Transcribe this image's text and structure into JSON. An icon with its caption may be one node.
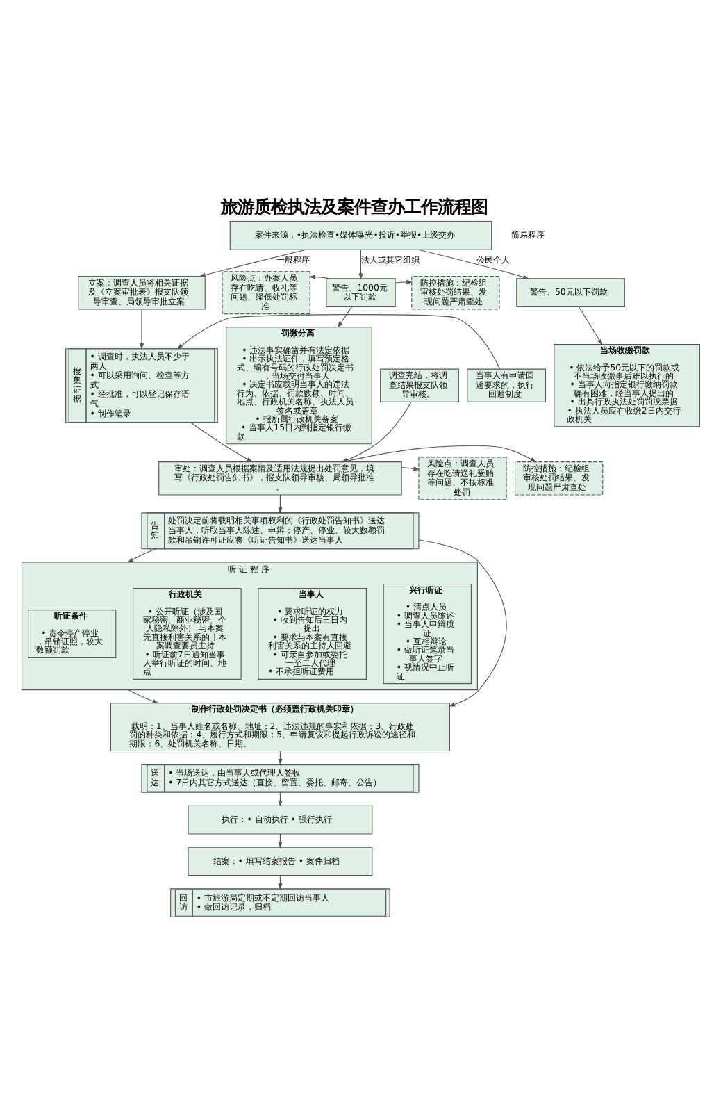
{
  "diagram": {
    "title": "旅游质检执法及案件查办工作流程图",
    "nodes": [
      {
        "text": [
          "案件来源：•执法检查•媒体曝光•投诉•举报•上级交办"
        ]
      },
      {
        "text": [
          "立案：调查人员将相关证据及《立案审批表》报支队领导审查、局领导审批立案"
        ]
      },
      {
        "text": [
          "风险点：办案人员存在吃请、收礼等问题、降低处罚标准"
        ]
      },
      {
        "text": [
          "警告、1000元以下罚款"
        ]
      },
      {
        "text": [
          "防控措施：纪检组审核处罚结果、发现问题严肃查处"
        ]
      },
      {
        "text": [
          "警告、50元以下罚款"
        ]
      },
      {
        "text": [
          "当事人有申请回避要求的，执行回避制度"
        ]
      },
      {
        "text": [
          "搜集证据",
          "• 调查时，执法人员不少于两人 • 可以采用询问、检查等方式 • 经批准，可以登记保存语气 • 制作笔录"
        ]
      },
      {
        "text": [
          "罚缴分离",
          "• 违法事实确凿并有法定依据 • 出示执法证件，填写预定格式、编有号码的行政处罚决定书，当场交付当事人 • 决定书应载明当事人的违法行为、依据、罚款数额、时间、地点、行政机关名称、执法人员签名或盖章 • 报所属行政机关备案 • 当事人15日内到指定银行缴款"
        ]
      },
      {
        "text": [
          "当场收缴罚款",
          "• 依法给予50元以下的罚款或不当场收缴事后难以执行的 • 当事人向指定银行缴纳罚款确有困难，经当事人提出的 • 出具行政执法处罚罚没票据 • 执法人员应在收缴2日内交行政机关"
        ]
      },
      {
        "text": [
          "调查完结，将调查结果报支队领导审核。"
        ]
      },
      {
        "text": [
          "风险点：调查人员存在吃请送礼受贿等问题、不按标准处罚"
        ]
      },
      {
        "text": [
          "审处：调查人员根据案情及适用法规提出处罚意见，填写《行政处罚告知书》，报支队领导审核、局领导批准。"
        ]
      },
      {
        "text": [
          "防控措施：纪检组审核处罚结果、发现问题严肃查处"
        ]
      },
      {
        "text": [
          "告知",
          "处罚决定前将载明相关事项权利的《行政处罚告知书》送达当事人，听取当事人陈述、申辩；停产、停业、较大数额罚款和吊销许可证应将《听证告知书》送达当事人"
        ]
      },
      {
        "text": [
          "听 证 程 序"
        ]
      },
      {
        "text": [
          "听证条件",
          "• 责令停产停业，吊销证照，较大数额罚款"
        ],
        "in": 15
      },
      {
        "text": [
          "行政机关",
          "• 公开听证（涉及国家秘密、商业秘密、个人隐私除外） 与本案无直接利害关系的非本案调查要员主持 • 听证前7日通知当事人举行听证的时间、地点"
        ],
        "in": 15
      },
      {
        "text": [
          "当事人",
          "• 要求听证的权力 • 收到告知后三日内提出 • 要求与本案有直接利害关系的主持人回避 • 可亲自参加或委托一至二人代理 • 不承担听证费用"
        ],
        "in": 15
      },
      {
        "text": [
          "兴行听证",
          "• 清点人员 • 调查人员陈述 • 当事人申辩质证 • 互相辩论 • 做听证笔录当事人签字 • 视情况中止听证"
        ],
        "in": 15
      },
      {
        "text": [
          "制作行政处罚决定书（必须盖行政机关印章）",
          "载明：1、当事人姓名或名称、地址；2、违法违规的事实和依据；3、行政处罚的种类和依据；4、履行方式和期限；5、申请复议和提起行政诉讼的途径和期限；6、处罚机关名称、日期。"
        ]
      },
      {
        "text": [
          "送达",
          "• 当场送达，由当事人或代理人签收 • 7日内其它方式送达（直接、留置、委托、邮寄、公告）"
        ]
      },
      {
        "text": [
          "执行：• 自动执行 • 强行执行"
        ]
      },
      {
        "text": [
          "结案：• 填写结案报告 • 案件归档"
        ]
      },
      {
        "text": [
          "回访",
          "• 市旅游局定期或不定期回访当事人 • 做回访记录，归档"
        ]
      }
    ],
    "edges": [
      {
        "from": 0,
        "to": 1,
        "arrow": "to",
        "label": "一般程序"
      },
      {
        "from": 0,
        "to": 3,
        "arrow": "to",
        "label": "法人或其它组织"
      },
      {
        "from": 0,
        "to": 5,
        "arrow": "to",
        "label": "公民个人"
      },
      {
        "from": 3,
        "to": 2,
        "arrow": "to"
      },
      {
        "from": 3,
        "to": 4,
        "arrow": "to"
      },
      {
        "from": 1,
        "to": 7,
        "arrow": "to"
      },
      {
        "from": 6,
        "to": 7,
        "arrow": "to"
      },
      {
        "from": 3,
        "to": 8,
        "arrow": "to"
      },
      {
        "from": 5,
        "to": 9,
        "arrow": "to"
      },
      {
        "from": 7,
        "to": 12,
        "arrow": "to"
      },
      {
        "from": 10,
        "to": 12,
        "arrow": "to"
      },
      {
        "from": 12,
        "to": 11,
        "arrow": "to"
      },
      {
        "from": 12,
        "to": 13,
        "arrow": "to"
      },
      {
        "from": 12,
        "to": 14,
        "arrow": "to"
      },
      {
        "from": 14,
        "to": 15,
        "arrow": "to"
      },
      {
        "from": 14,
        "to": 20,
        "arrow": "to"
      },
      {
        "from": 15,
        "to": 20,
        "arrow": "to"
      },
      {
        "from": 20,
        "to": 21,
        "arrow": "to"
      },
      {
        "from": 21,
        "to": 22,
        "arrow": "to"
      },
      {
        "from": 22,
        "to": 23,
        "arrow": "to"
      },
      {
        "from": 23,
        "to": 24,
        "arrow": "to"
      }
    ],
    "labels": [
      "简易程序"
    ]
  }
}
